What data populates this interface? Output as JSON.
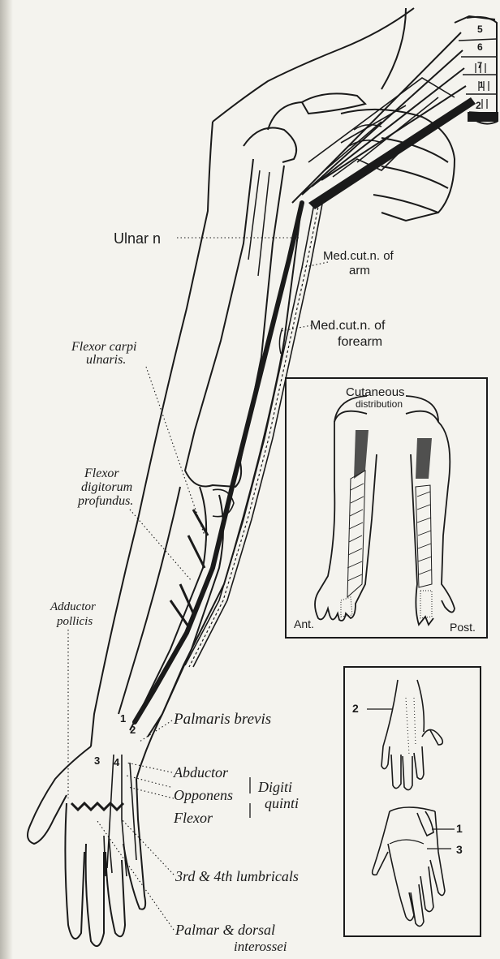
{
  "labels": {
    "ulnar_n": "Ulnar n",
    "med_cut_arm_1": "Med.cut.n. of",
    "med_cut_arm_2": "arm",
    "med_cut_forearm_1": "Med.cut.n. of",
    "med_cut_forearm_2": "forearm",
    "flexor_carpi_1": "Flexor carpi",
    "flexor_carpi_2": "ulnaris.",
    "fdp_1": "Flexor",
    "fdp_2": "digitorum",
    "fdp_3": "profundus.",
    "adductor_1": "Adductor",
    "adductor_2": "pollicis",
    "palmaris_brevis": "Palmaris brevis",
    "abductor": "Abductor",
    "opponens": "Opponens",
    "flexor": "Flexor",
    "digiti_1": "Digiti",
    "digiti_2": "quinti",
    "lumbricals": "3rd & 4th lumbricals",
    "interossei_1": "Palmar & dorsal",
    "interossei_2": "interossei"
  },
  "vertebrae": [
    "5",
    "6",
    "7",
    "1",
    "2"
  ],
  "cutaneous_box": {
    "title_1": "Cutaneous",
    "title_2": "distribution",
    "ant": "Ant.",
    "post": "Post."
  },
  "hand_box": {
    "label_2_dorsal": "2",
    "label_1": "1",
    "label_3": "3"
  },
  "branch_numbers": [
    "1",
    "2",
    "3",
    "4"
  ],
  "colors": {
    "ink": "#1a1a1a",
    "paper": "#f4f3ee"
  }
}
